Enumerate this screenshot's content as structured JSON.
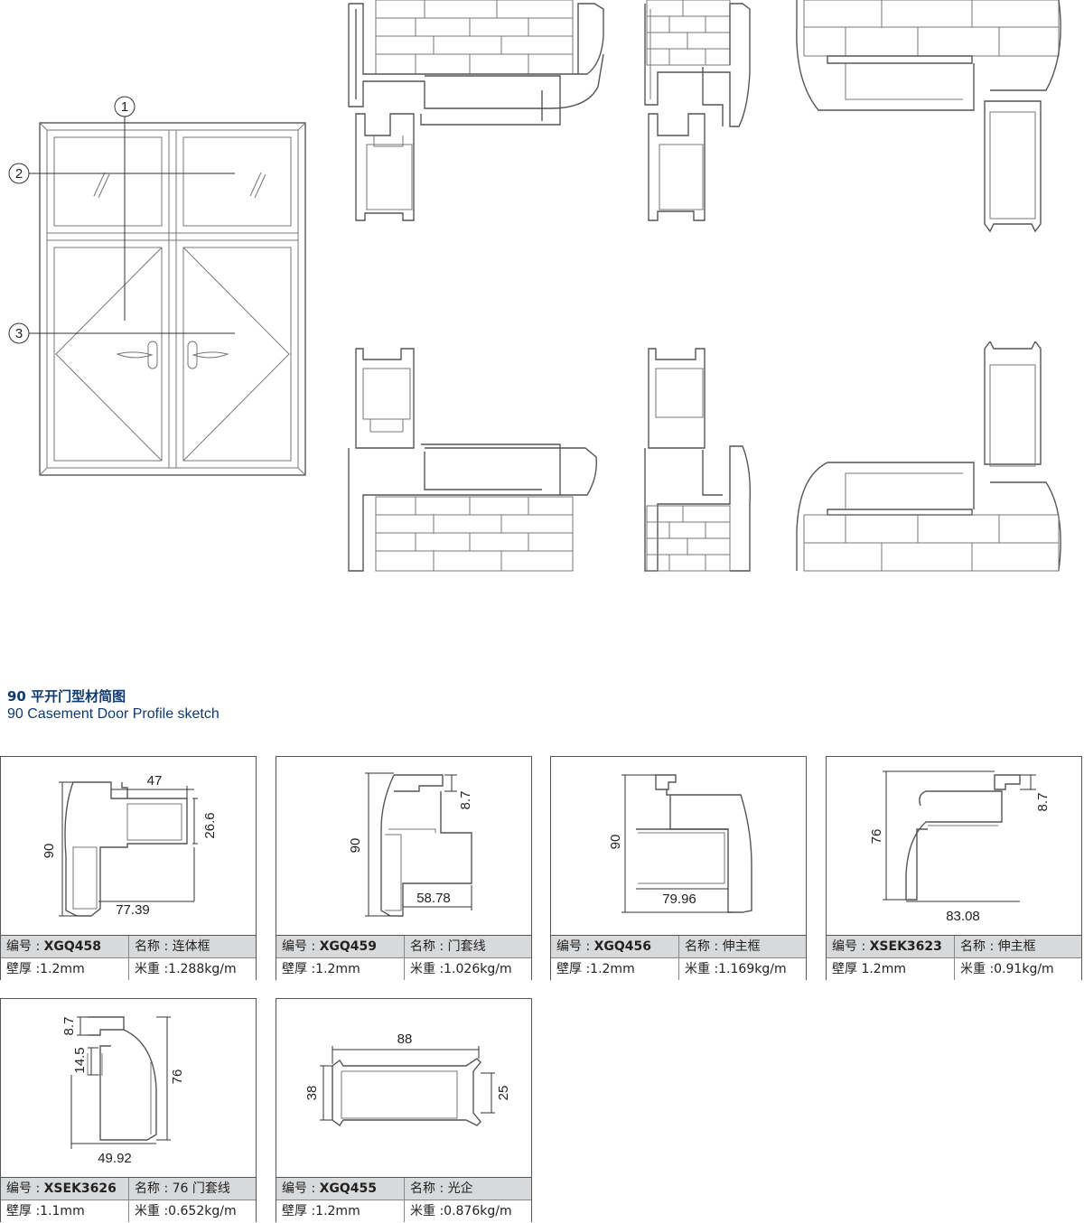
{
  "callouts": [
    "1",
    "2",
    "3"
  ],
  "section": {
    "title_zh": "90 平开门型材简图",
    "title_en": "90 Casement Door Profile sketch"
  },
  "labels": {
    "code": "编号 : ",
    "name": "名称 : ",
    "wall": "壁厚 ",
    "wall_colon": ":",
    "weight": "米重 :"
  },
  "profiles": [
    {
      "code": "XGQ458",
      "name": "连体框",
      "wall": "壁厚 :1.2mm",
      "weight": "米重 :1.288kg/m",
      "dims": [
        "47",
        "26.6",
        "90",
        "77.39"
      ]
    },
    {
      "code": "XGQ459",
      "name": "门套线",
      "wall": "壁厚 :1.2mm",
      "weight": "米重 :1.026kg/m",
      "dims": [
        "8.7",
        "90",
        "58.78"
      ]
    },
    {
      "code": "XGQ456",
      "name": "伸主框",
      "wall": "壁厚 :1.2mm",
      "weight": "米重 :1.169kg/m",
      "dims": [
        "90",
        "79.96"
      ]
    },
    {
      "code": "XSEK3623",
      "name": "伸主框",
      "wall": "壁厚 1.2mm",
      "weight": "米重 :0.91kg/m",
      "dims": [
        "8.7",
        "76",
        "83.08"
      ]
    },
    {
      "code": "XSEK3626",
      "name": "76 门套线",
      "wall": "壁厚 :1.1mm",
      "weight": "米重 :0.652kg/m",
      "dims": [
        "8.7",
        "14.5",
        "76",
        "49.92"
      ]
    },
    {
      "code": "XGQ455",
      "name": "光企",
      "wall": "壁厚 :1.2mm",
      "weight": "米重 :0.876kg/m",
      "dims": [
        "88",
        "38",
        "25"
      ]
    }
  ]
}
